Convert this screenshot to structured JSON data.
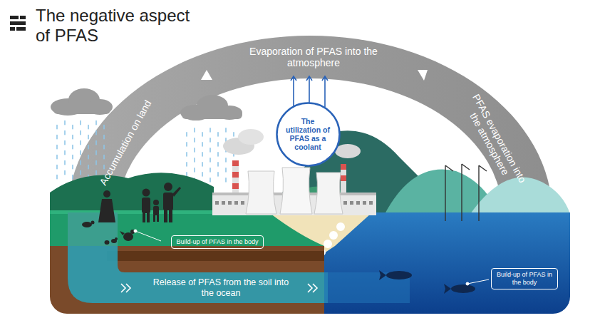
{
  "diagram": {
    "title": "The negative aspect of PFAS",
    "nodes": [
      {
        "text": [
          "The utilization of PFAS as a coolant"
        ]
      },
      {
        "text": [
          "Build-up of PFAS in the body"
        ]
      },
      {
        "text": [
          "Build-up of PFAS in the body"
        ]
      }
    ],
    "labels": [
      "Evaporation of PFAS into the atmosphere",
      "Accumulation on land",
      "PFAS evaporation into the atmosphere",
      "Release of PFAS from the soil into the ocean"
    ]
  }
}
